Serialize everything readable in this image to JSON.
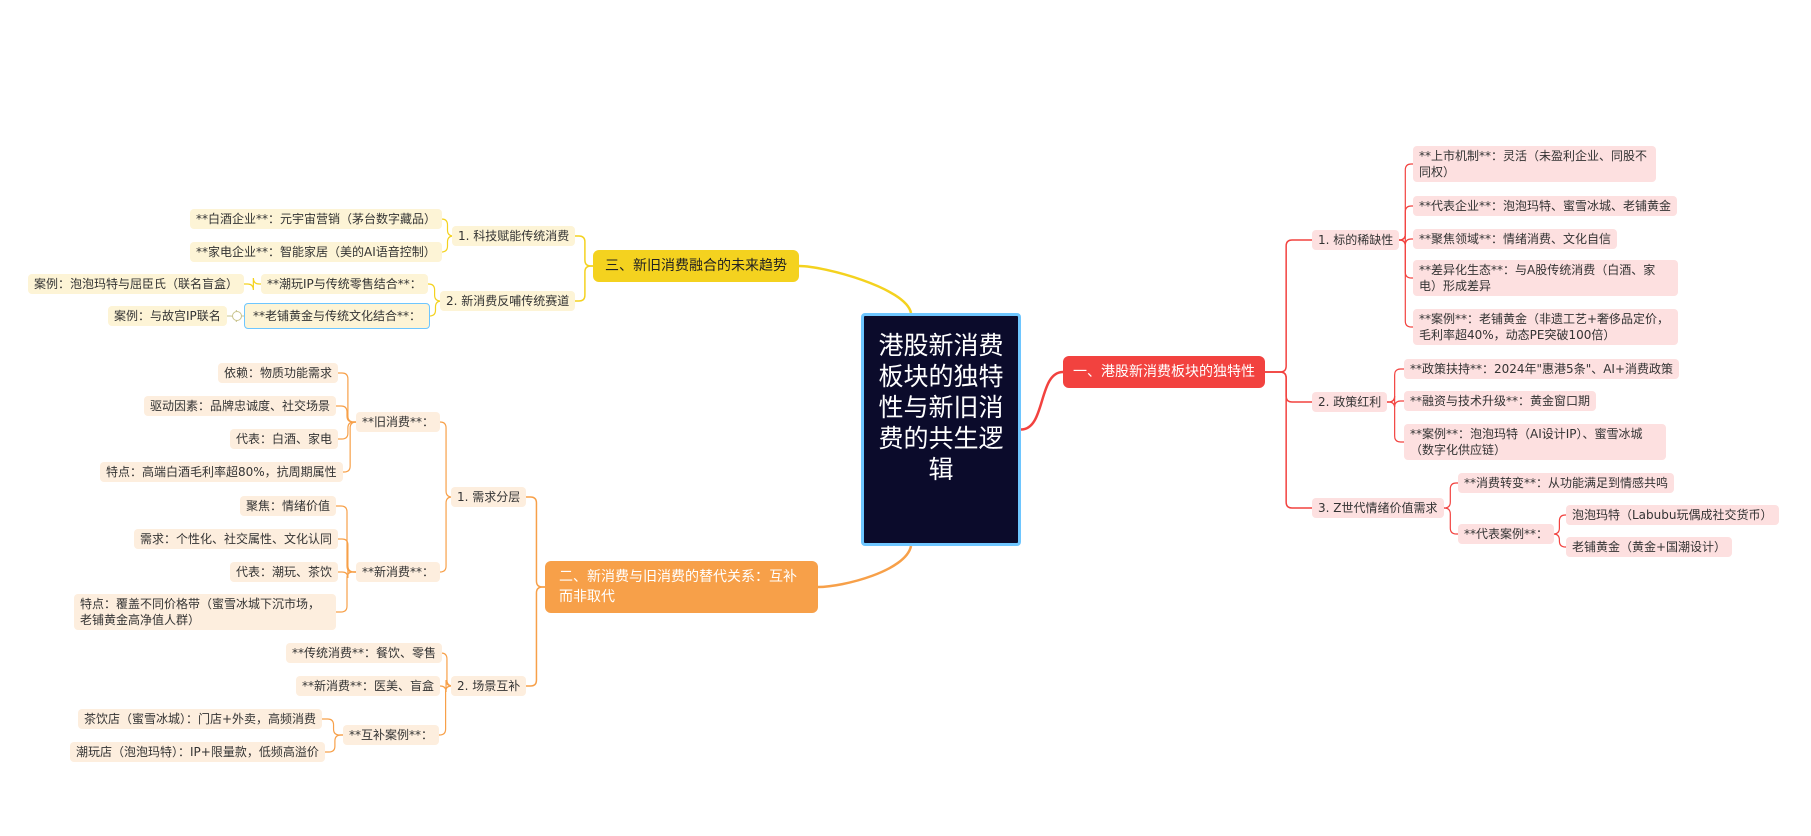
{
  "root": {
    "label": "港股新消费板块的独特性与新旧消费的共生逻辑"
  },
  "branch1": {
    "label": "一、港股新消费板块的独特性",
    "color": "#f2423f",
    "sub1": {
      "label": "1. 标的稀缺性",
      "items": [
        "**上市机制**：灵活（未盈利企业、同股不同权）",
        "**代表企业**：泡泡玛特、蜜雪冰城、老铺黄金",
        "**聚焦领域**：情绪消费、文化自信",
        "**差异化生态**：与A股传统消费（白酒、家电）形成差异",
        "**案例**：老铺黄金（非遗工艺+奢侈品定价，毛利率超40%，动态PE突破100倍）"
      ]
    },
    "sub2": {
      "label": "2. 政策红利",
      "items": [
        "**政策扶持**：2024年\"惠港5条\"、AI+消费政策",
        "**融资与技术升级**：黄金窗口期",
        "**案例**：泡泡玛特（AI设计IP）、蜜雪冰城（数字化供应链）"
      ]
    },
    "sub3": {
      "label": "3. Z世代情绪价值需求",
      "items": [
        "**消费转变**：从功能满足到情感共鸣"
      ],
      "case_label": "**代表案例**：",
      "cases": [
        "泡泡玛特（Labubu玩偶成社交货币）",
        "老铺黄金（黄金+国潮设计）"
      ]
    }
  },
  "branch2": {
    "label": "二、新消费与旧消费的替代关系：互补而非取代",
    "color": "#f7a049",
    "sub1": {
      "label": "1. 需求分层",
      "old": {
        "label": "**旧消费**：",
        "items": [
          "依赖：物质功能需求",
          "驱动因素：品牌忠诚度、社交场景",
          "代表：白酒、家电",
          "特点：高端白酒毛利率超80%，抗周期属性"
        ]
      },
      "new": {
        "label": "**新消费**：",
        "items": [
          "聚焦：情绪价值",
          "需求：个性化、社交属性、文化认同",
          "代表：潮玩、茶饮",
          "特点：覆盖不同价格带（蜜雪冰城下沉市场，老铺黄金高净值人群）"
        ]
      }
    },
    "sub2": {
      "label": "2. 场景互补",
      "items": [
        "**传统消费**：餐饮、零售",
        "**新消费**：医美、盲盒"
      ],
      "case_label": "**互补案例**：",
      "cases": [
        "茶饮店（蜜雪冰城）：门店+外卖，高频消费",
        "潮玩店（泡泡玛特）：IP+限量款，低频高溢价"
      ]
    }
  },
  "branch3": {
    "label": "三、新旧消费融合的未来趋势",
    "color": "#f4d21f",
    "sub1": {
      "label": "1. 科技赋能传统消费",
      "items": [
        "**白酒企业**：元宇宙营销（茅台数字藏品）",
        "**家电企业**：智能家居（美的AI语音控制）"
      ]
    },
    "sub2": {
      "label": "2. 新消费反哺传统赛道",
      "a": {
        "label": "**潮玩IP与传统零售结合**：",
        "case": "案例：泡泡玛特与屈臣氏（联名盲盒）"
      },
      "b": {
        "label": "**老铺黄金与传统文化结合**：",
        "case": "案例：与故宫IP联名"
      }
    }
  }
}
